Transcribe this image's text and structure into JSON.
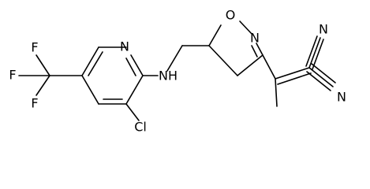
{
  "molecule": {
    "atoms": {
      "n_pyridine": "N",
      "n_amine": "NH",
      "o_isoxazoline": "O",
      "n_isoxazoline": "N",
      "n_nitrile_top": "N",
      "n_nitrile_bottom": "N",
      "cl": "Cl",
      "f_top": "F",
      "f_left": "F",
      "f_bottom": "F"
    }
  }
}
